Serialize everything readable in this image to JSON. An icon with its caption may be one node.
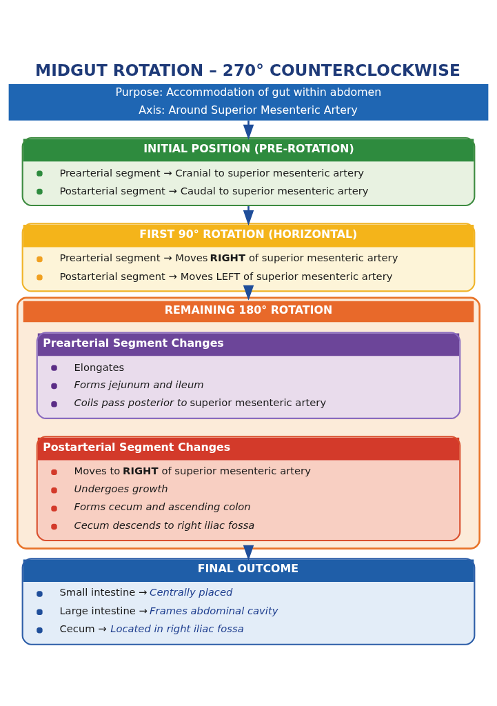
{
  "diagram": {
    "title": "MIDGUT ROTATION – 270° COUNTERCLOCKWISE",
    "nodes": [
      {
        "text": [
          "Purpose: Accommodation of gut within abdomen",
          "Axis: Around Superior Mesenteric Artery"
        ]
      },
      {
        "text": [
          "INITIAL POSITION (PRE-ROTATION)",
          "Prearterial segment → Cranial to superior mesenteric artery",
          "Postarterial segment → Caudal to superior mesenteric artery"
        ]
      },
      {
        "text": [
          "FIRST 90° ROTATION (HORIZONTAL)",
          "Prearterial segment → Moves **RIGHT** of superior mesenteric artery",
          "Postarterial segment → Moves LEFT of superior mesenteric artery"
        ]
      },
      {
        "text": [
          "REMAINING 180° ROTATION"
        ]
      },
      {
        "text": [
          "Prearterial Segment Changes",
          "Elongates",
          "Forms jejunum and ileum",
          "*Coils pass posterior to* superior mesenteric artery"
        ],
        "in": 3
      },
      {
        "text": [
          "Postarterial Segment Changes",
          "Moves to **RIGHT** of superior mesenteric artery",
          "Undergoes growth",
          "Forms cecum and ascending colon",
          "Cecum descends to right iliac fossa"
        ],
        "in": 3
      },
      {
        "text": [
          "FINAL OUTCOME",
          "Small intestine → *Centrally placed*",
          "Large intestine → *Frames abdominal cavity*",
          "Cecum → *Located in right iliac fossa*"
        ]
      }
    ],
    "edges": [
      {
        "from": 0,
        "to": 1,
        "arrow": "to"
      },
      {
        "from": 1,
        "to": 2,
        "arrow": "to"
      },
      {
        "from": 2,
        "to": 3,
        "arrow": "to"
      },
      {
        "from": 3,
        "to": 6,
        "arrow": "to"
      }
    ]
  }
}
